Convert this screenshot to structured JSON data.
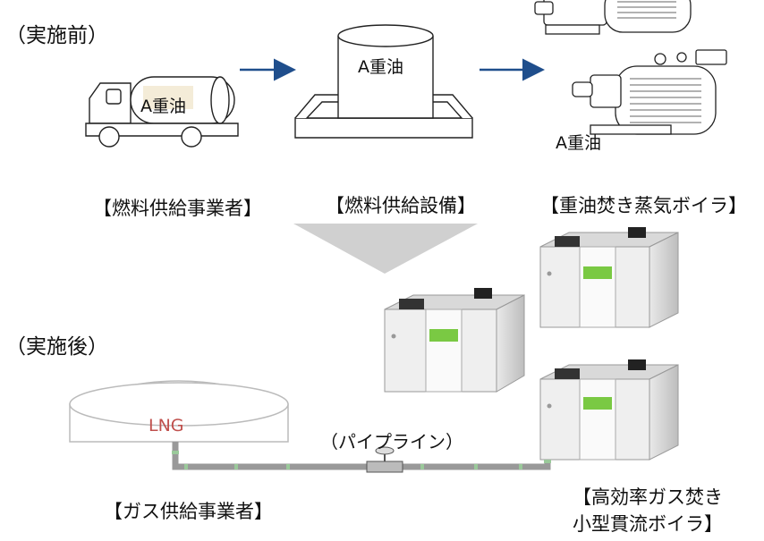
{
  "before": {
    "heading": "（実施前）",
    "truck_fuel": "A重油",
    "tank_fuel": "A重油",
    "boiler_fuel": "A重油",
    "labels": {
      "supplier": "【燃料供給事業者】",
      "facility": "【燃料供給設備】",
      "boiler": "【重油焚き蒸気ボイラ】"
    }
  },
  "after": {
    "heading": "（実施後）",
    "lng_label": "LNG",
    "pipeline_label": "（パイプライン）",
    "labels": {
      "supplier": "【ガス供給事業者】",
      "boiler_line1": "【高効率ガス焚き",
      "boiler_line2": "小型貫流ボイラ】"
    }
  },
  "colors": {
    "arrow": "#1f4e8c",
    "lng_text": "#c0504d",
    "transition_triangle": "#d0d0d0",
    "boiler_accent": "#7ac943"
  }
}
